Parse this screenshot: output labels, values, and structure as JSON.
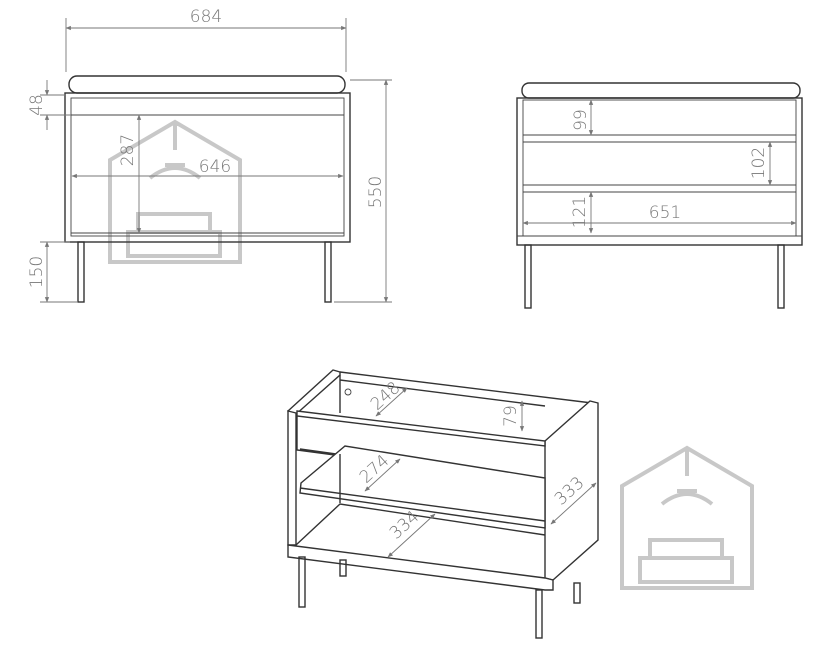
{
  "front_view": {
    "width_total": "684",
    "top_height": "48",
    "inner_height": "287",
    "inner_width": "646",
    "total_height": "550",
    "leg_height": "150"
  },
  "back_view": {
    "top_compartment": "99",
    "middle_compartment": "102",
    "bottom_compartment": "121",
    "inner_width": "651"
  },
  "iso_view": {
    "top_depth": "248",
    "top_rail": "79",
    "shelf_depth": "274",
    "bottom_depth": "334",
    "side_depth": "333"
  }
}
